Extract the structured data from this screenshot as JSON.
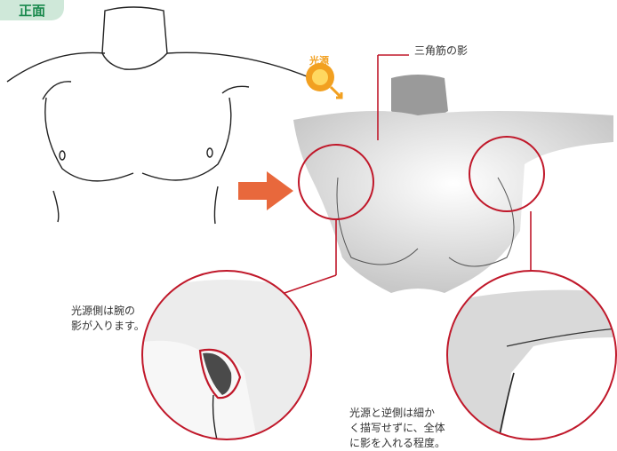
{
  "view_label": "正面",
  "light_badge": "光源",
  "annotations": {
    "top": "三角筋の影",
    "left": "光源側は腕の\n影が入ります。",
    "bottom": "光源と逆側は細か\nく描写せずに、全体\nに影を入れる程度。"
  },
  "colors": {
    "tag_bg": "#cfe8d9",
    "tag_text": "#1b8a4e",
    "highlight_red": "#c0182a",
    "arrow_orange": "#e8683c",
    "sun_orange": "#f2a020"
  }
}
